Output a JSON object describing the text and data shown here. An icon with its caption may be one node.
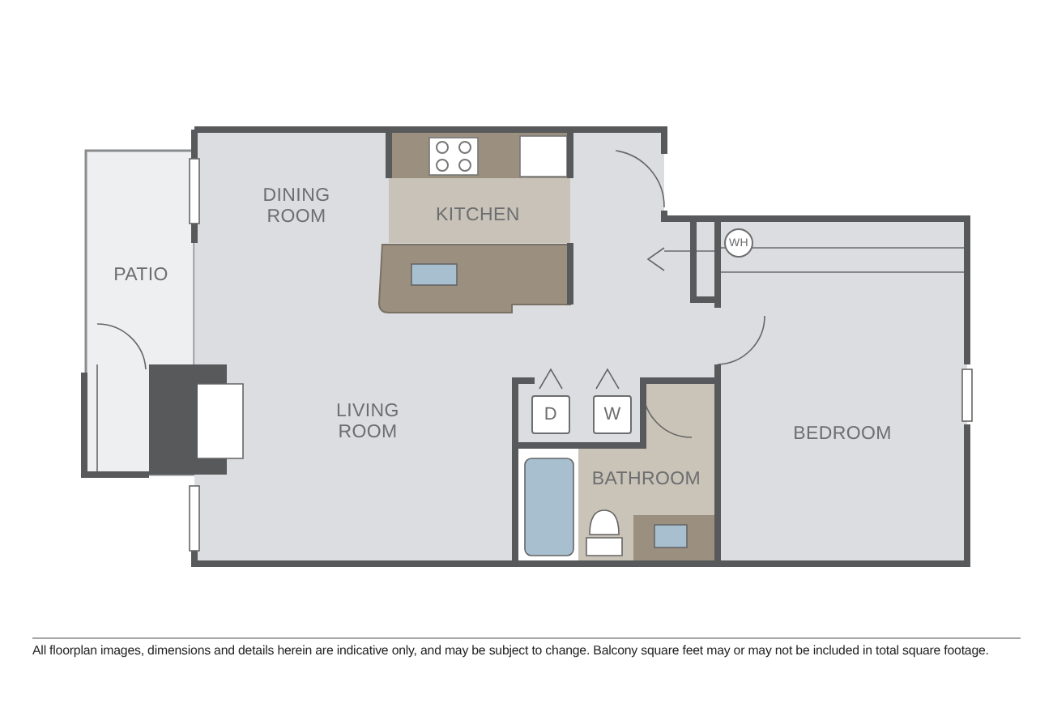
{
  "diagram": {
    "nodes": [
      {
        "text": [
          "PATIO"
        ]
      },
      {
        "text": [
          "DINING ROOM"
        ]
      },
      {
        "text": [
          "KITCHEN"
        ]
      },
      {
        "text": [
          "LIVING ROOM"
        ]
      },
      {
        "text": [
          "D"
        ]
      },
      {
        "text": [
          "W"
        ]
      },
      {
        "text": [
          "WH"
        ]
      },
      {
        "text": [
          "BATHROOM"
        ]
      },
      {
        "text": [
          "BEDROOM"
        ]
      }
    ],
    "labels": [
      "All floorplan images, dimensions and details herein are indicative only, and may be subject to change. Balcony square feet may or may not be included in total square footage."
    ]
  }
}
